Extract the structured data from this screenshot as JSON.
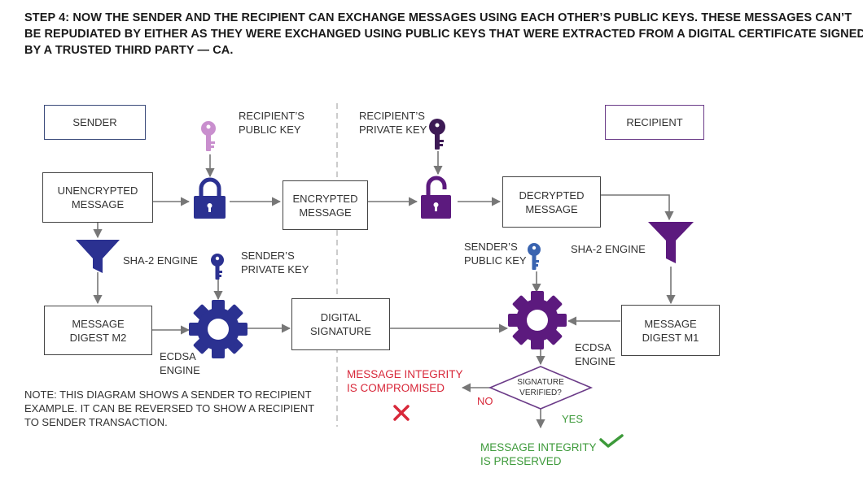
{
  "title_lines": [
    "STEP 4: NOW THE SENDER AND THE RECIPIENT CAN EXCHANGE MESSAGES USING EACH OTHER’S PUBLIC KEYS. THESE MESSAGES CAN’T",
    "BE REPUDIATED BY EITHER AS THEY WERE EXCHANGED USING PUBLIC KEYS THAT WERE EXTRACTED FROM A DIGITAL CERTIFICATE SIGNED",
    "BY A TRUSTED THIRD PARTY — CA."
  ],
  "roles": {
    "sender": "SENDER",
    "recipient": "RECIPIENT"
  },
  "boxes": {
    "unencrypted": [
      "UNENCRYPTED",
      "MESSAGE"
    ],
    "encrypted": [
      "ENCRYPTED",
      "MESSAGE"
    ],
    "decrypted": [
      "DECRYPTED",
      "MESSAGE"
    ],
    "digest_m2": [
      "MESSAGE",
      "DIGEST M2"
    ],
    "signature": [
      "DIGITAL",
      "SIGNATURE"
    ],
    "digest_m1": [
      "MESSAGE",
      "DIGEST M1"
    ]
  },
  "labels": {
    "recipient_public_key": [
      "RECIPIENT’S",
      "PUBLIC KEY"
    ],
    "recipient_private_key": [
      "RECIPIENT’S",
      "PRIVATE KEY"
    ],
    "sha2_left": "SHA-2 ENGINE",
    "sender_private_key": [
      "SENDER’S",
      "PRIVATE KEY"
    ],
    "sender_public_key": [
      "SENDER’S",
      "PUBLIC KEY"
    ],
    "sha2_right": "SHA-2 ENGINE",
    "ecdsa_left": [
      "ECDSA",
      "ENGINE"
    ],
    "ecdsa_right": [
      "ECDSA",
      "ENGINE"
    ],
    "decision": [
      "SIGNATURE",
      "VERIFIED?"
    ],
    "no": "NO",
    "yes": "YES",
    "compromised": [
      "MESSAGE INTEGRITY",
      "IS COMPROMISED"
    ],
    "preserved": [
      "MESSAGE INTEGRITY",
      "IS PRESERVED"
    ]
  },
  "note": [
    "NOTE: THIS DIAGRAM SHOWS A SENDER TO RECIPIENT",
    "EXAMPLE. IT CAN BE REVERSED TO SHOW A RECIPIENT",
    "TO SENDER TRANSACTION."
  ],
  "colors": {
    "navy": "#2b3191",
    "purple": "#5c1a7e",
    "light_purple": "#c98fce",
    "key_blue": "#3a64b0",
    "dark_purple": "#3d1a55",
    "red": "#d8283a",
    "green": "#3d9a3a"
  }
}
